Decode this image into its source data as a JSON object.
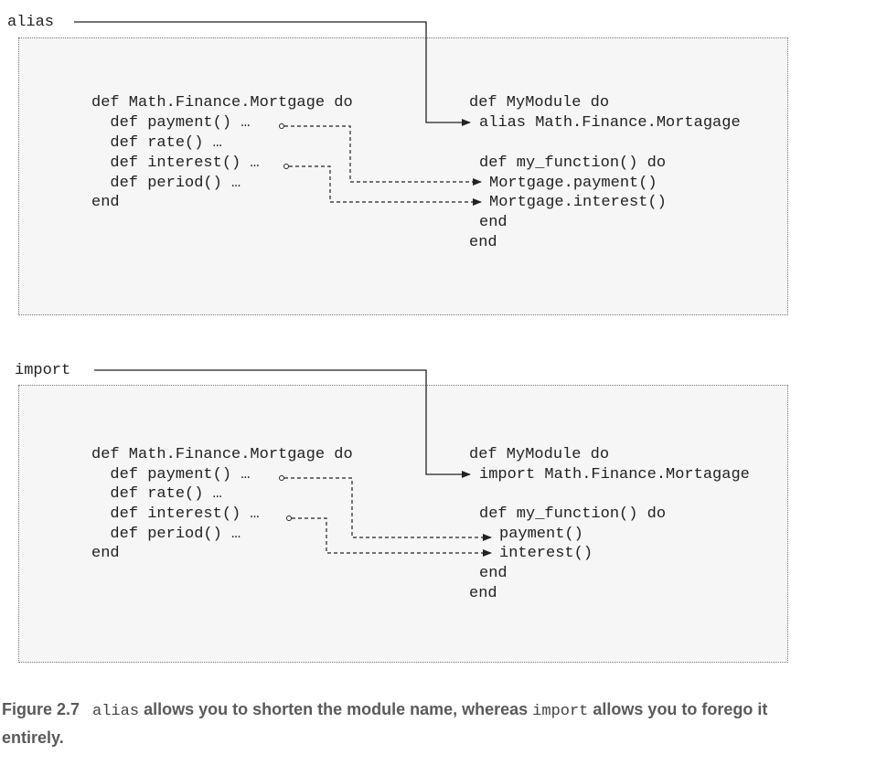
{
  "alias_section": {
    "label": "alias",
    "left_code": [
      "def Math.Finance.Mortgage do",
      "  def payment() …",
      "  def rate() …",
      "  def interest() …",
      "  def period() …",
      "end"
    ],
    "right_code": [
      "def MyModule do",
      "alias Math.Finance.Mortagage",
      "def my_function() do",
      "Mortgage.payment()",
      "Mortgage.interest()",
      "end",
      "end"
    ]
  },
  "import_section": {
    "label": "import",
    "left_code": [
      "def Math.Finance.Mortgage do",
      "  def payment() …",
      "  def rate() …",
      "  def interest() …",
      "  def period() …",
      "end"
    ],
    "right_code": [
      "def MyModule do",
      "import Math.Finance.Mortagage",
      "def my_function() do",
      "payment()",
      "interest()",
      "end",
      "end"
    ]
  },
  "caption": {
    "figure_label": "Figure 2.7",
    "code1": "alias",
    "text1": "allows you to shorten the module name, whereas",
    "code2": "import",
    "text2": "allows you to forego it entirely."
  },
  "colors": {
    "panel_background": "#f6f6f6",
    "caption_text": "#5a5a5a",
    "line": "#222222"
  }
}
